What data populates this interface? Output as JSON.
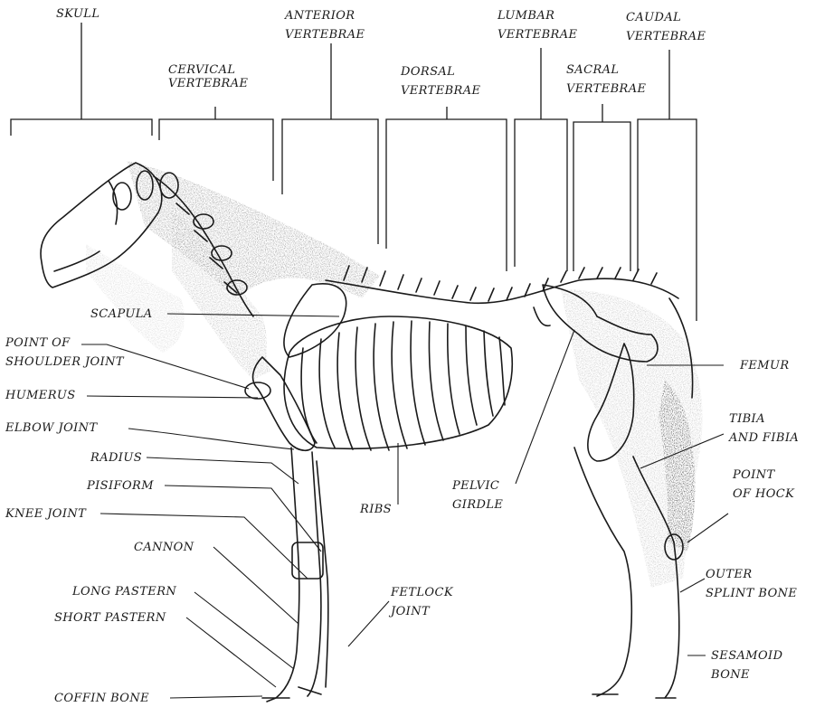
{
  "region_labels": {
    "skull": "SKULL",
    "cervical_l1": "CERVICAL",
    "cervical_l2": "VERTEBRAE",
    "anterior_l1": "ANTERIOR",
    "anterior_l2": "VERTEBRAE",
    "dorsal_l1": "DORSAL",
    "dorsal_l2": "VERTEBRAE",
    "lumbar_l1": "LUMBAR",
    "lumbar_l2": "VERTEBRAE",
    "sacral_l1": "SACRAL",
    "sacral_l2": "VERTEBRAE",
    "caudal_l1": "CAUDAL",
    "caudal_l2": "VERTEBRAE"
  },
  "left_labels": {
    "scapula": "SCAPULA",
    "point_of_shoulder_l1": "POINT OF",
    "point_of_shoulder_l2": "SHOULDER JOINT",
    "humerus": "HUMERUS",
    "elbow_joint": "ELBOW JOINT",
    "radius": "RADIUS",
    "pisiform": "PISIFORM",
    "knee_joint": "KNEE JOINT",
    "cannon": "CANNON",
    "long_pastern": "LONG PASTERN",
    "short_pastern": "SHORT PASTERN",
    "coffin_bone": "COFFIN BONE"
  },
  "center_labels": {
    "ribs": "RIBS",
    "pelvic_l1": "PELVIC",
    "pelvic_l2": "GIRDLE",
    "fetlock_l1": "FETLOCK",
    "fetlock_l2": "JOINT"
  },
  "right_labels": {
    "femur": "FEMUR",
    "tibia_l1": "TIBIA",
    "tibia_l2": "AND FIBIA",
    "hock_l1": "POINT",
    "hock_l2": "OF HOCK",
    "splint_l1": "OUTER",
    "splint_l2": "SPLINT BONE",
    "sesamoid_l1": "SESAMOID",
    "sesamoid_l2": "BONE"
  },
  "colors": {
    "ink": "#1a1a1a",
    "shade": "#555555",
    "paper": "#ffffff"
  }
}
